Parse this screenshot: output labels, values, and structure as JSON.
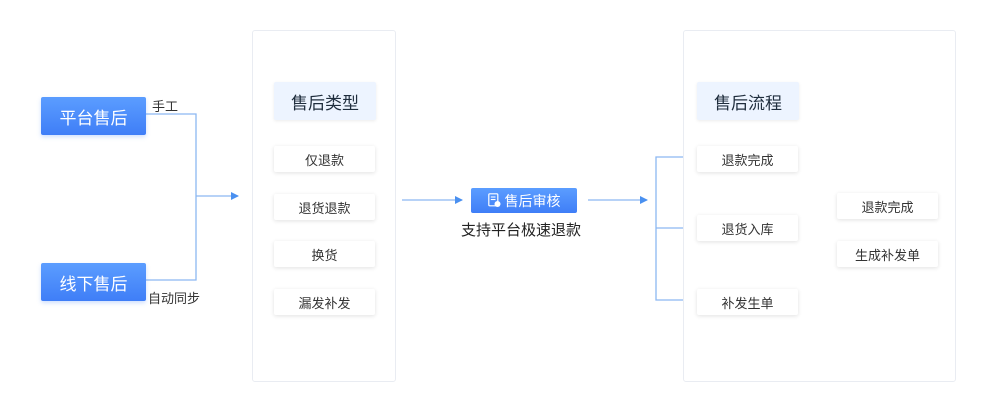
{
  "left": {
    "platform_label": "平台售后",
    "offline_label": "线下售后",
    "manual_text": "手工",
    "auto_sync_text": "自动同步"
  },
  "types_panel": {
    "title": "售后类型",
    "items": [
      "仅退款",
      "退货退款",
      "换货",
      "漏发补发"
    ]
  },
  "review": {
    "label": "售后审核",
    "caption": "支持平台极速退款"
  },
  "process_panel": {
    "title": "售后流程",
    "items": [
      "退款完成",
      "退货入库",
      "补发生单"
    ],
    "sub_items": [
      "退款完成",
      "生成补发单"
    ]
  },
  "colors": {
    "accent": "#3f7ef7",
    "line": "#8cb8f2",
    "head_bg": "#edf4ff"
  },
  "icons": [
    "document-icon",
    "arrow-right-icon"
  ]
}
